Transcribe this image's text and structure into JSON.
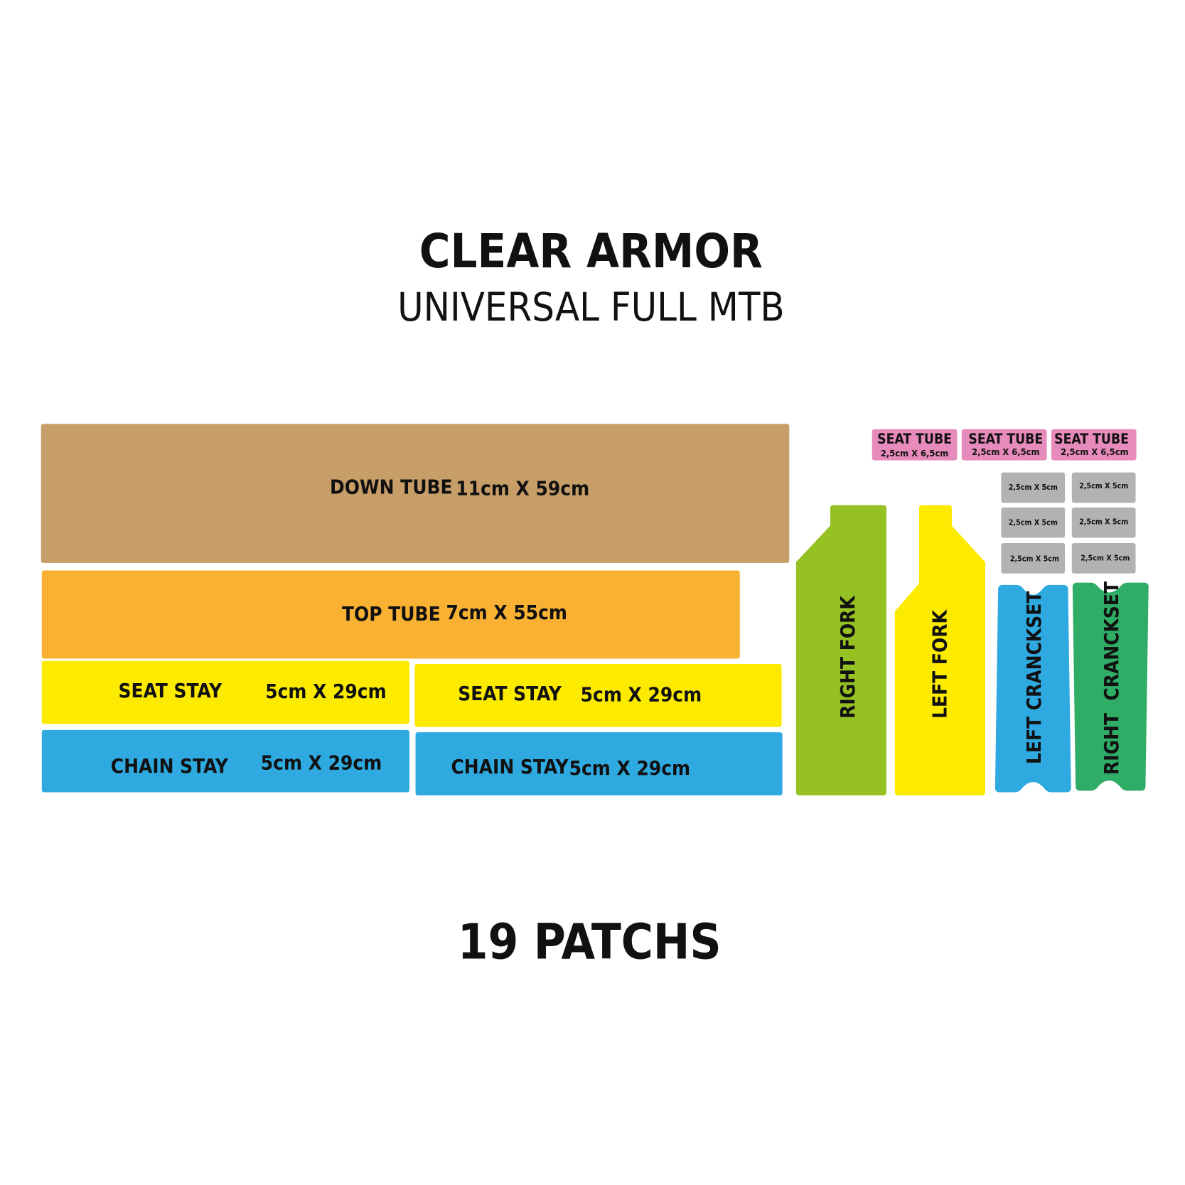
{
  "header": {
    "title": "CLEAR ARMOR",
    "subtitle": "UNIVERSAL FULL MTB"
  },
  "footer": {
    "count_label": "19 PATCHS"
  },
  "colors": {
    "down_tube": "#C89E68",
    "top_tube": "#F8B133",
    "yellow": "#FCEA00",
    "blue": "#2EAAE1",
    "green_fork": "#95C122",
    "green_crank": "#2FAC66",
    "pink": "#E68BBB",
    "grey": "#B2B2B2"
  },
  "patches": {
    "down_tube": {
      "name": "DOWN TUBE",
      "size": "11cm X 59cm"
    },
    "top_tube": {
      "name": "TOP TUBE",
      "size": "7cm X 55cm"
    },
    "seat_stay_1": {
      "name": "SEAT STAY",
      "size": "5cm X 29cm"
    },
    "seat_stay_2": {
      "name": "SEAT STAY",
      "size": "5cm X 29cm"
    },
    "chain_stay_1": {
      "name": "CHAIN STAY",
      "size": "5cm X 29cm"
    },
    "chain_stay_2": {
      "name": "CHAIN STAY",
      "size": "5cm X 29cm"
    },
    "right_fork": {
      "name": "RIGHT FORK"
    },
    "left_fork": {
      "name": "LEFT FORK"
    },
    "left_crankset": {
      "name": "LEFT CRANCKSET"
    },
    "right_crankset": {
      "name": "RIGHT  CRANCKSET"
    },
    "seat_tubes": [
      {
        "name": "SEAT TUBE",
        "size": "2,5cm X 6,5cm"
      },
      {
        "name": "SEAT TUBE",
        "size": "2,5cm X 6,5cm"
      },
      {
        "name": "SEAT TUBE",
        "size": "2,5cm X 6,5cm"
      }
    ],
    "small": [
      "2,5cm X 5cm",
      "2,5cm X 5cm",
      "2,5cm X 5cm",
      "2,5cm X 5cm",
      "2,5cm X 5cm",
      "2,5cm X 5cm"
    ]
  }
}
